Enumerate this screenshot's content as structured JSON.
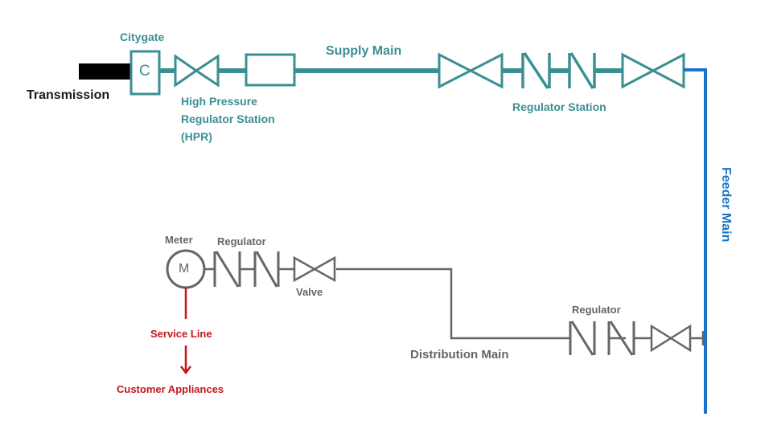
{
  "colors": {
    "teal": "#3a8f93",
    "transmission": "#000000",
    "feeder": "#1a73c7",
    "distribution": "#666666",
    "service": "#c4161c"
  },
  "labels": {
    "citygate": "Citygate",
    "citygate_symbol": "C",
    "transmission": "Transmission",
    "hpr_line1": "High Pressure",
    "hpr_line2": "Regulator Station",
    "hpr_line3": "(HPR)",
    "supply_main": "Supply Main",
    "regulator_station": "Regulator Station",
    "feeder_main": "Feeder Main",
    "meter": "Meter",
    "meter_symbol": "M",
    "service_regulator": "Regulator",
    "valve": "Valve",
    "service_line": "Service Line",
    "customer_appliances": "Customer Appliances",
    "distribution_main": "Distribution Main",
    "district_regulator": "Regulator"
  },
  "icons": {
    "citygate": "box-icon",
    "valve": "bowtie-valve-icon",
    "regulator": "zigzag-regulator-icon",
    "meter": "circle-meter-icon",
    "arrow": "arrow-down-icon"
  }
}
